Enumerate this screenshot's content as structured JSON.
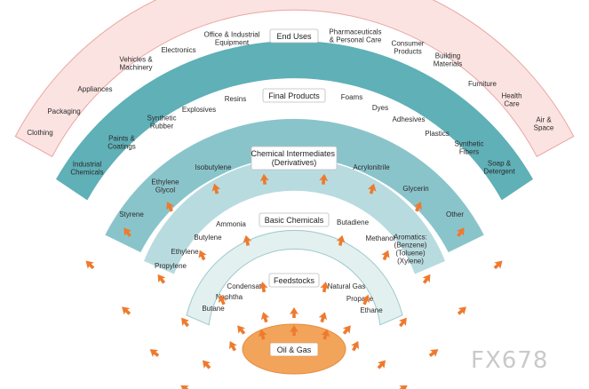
{
  "colors": {
    "ring_end_uses_fill": "#fbe3e1",
    "ring_end_uses_stroke": "#e9a6a2",
    "ring_final_fill": "#5fb0b7",
    "ring_intermediates_fill": "#8ac4cb",
    "ring_basic_fill": "#b8dbdf",
    "ring_feedstocks_fill": "#e2f0ef",
    "ring_light_stroke": "#9dc9cc",
    "core_fill": "#f2a45a",
    "core_stroke": "#e58d3d",
    "arrow": "#ee7a2e"
  },
  "core": {
    "label": "Oil & Gas"
  },
  "rings": [
    {
      "key": "feedstocks",
      "title": "Feedstocks",
      "left_items": [
        "Condensate",
        "Naphtha",
        "Butane"
      ],
      "right_items": [
        "Natural Gas",
        "Propane",
        "Ethane"
      ]
    },
    {
      "key": "basic",
      "title": "Basic Chemicals",
      "left_items": [
        "Ammonia",
        "Butylene",
        "Ethylene",
        "Propylene"
      ],
      "right_items": [
        "Butadiene",
        "Methanol",
        "Aromatics:\n(Benzene)\n(Toluene)\n(Xylene)"
      ]
    },
    {
      "key": "intermediates",
      "title": "Chemical Intermediates\n(Derivatives)",
      "left_items": [
        "Isobutylene",
        "Ethylene\nGlycol",
        "Styrene"
      ],
      "right_items": [
        "Acrylonitrile",
        "Glycerin",
        "Other"
      ]
    },
    {
      "key": "final",
      "title": "Final Products",
      "left_items": [
        "Resins",
        "Explosives",
        "Synthetic\nRubber",
        "Paints &\nCoatings",
        "Industrial\nChemicals"
      ],
      "right_items": [
        "Foams",
        "Dyes",
        "Adhesives",
        "Plastics",
        "Synthetic\nFibers",
        "Soap &\nDetergent"
      ]
    },
    {
      "key": "end_uses",
      "title": "End Uses",
      "left_items": [
        "Office & Industrial\nEquipment",
        "Electronics",
        "Vehicles &\nMachinery",
        "Appliances",
        "Packaging",
        "Clothing"
      ],
      "right_items": [
        "Pharmaceuticals\n& Personal Care",
        "Consumer\nProducts",
        "Building\nMaterials",
        "Furniture",
        "Health\nCare",
        "Air &\nSpace"
      ]
    }
  ],
  "watermark": {
    "text": "FX678"
  }
}
